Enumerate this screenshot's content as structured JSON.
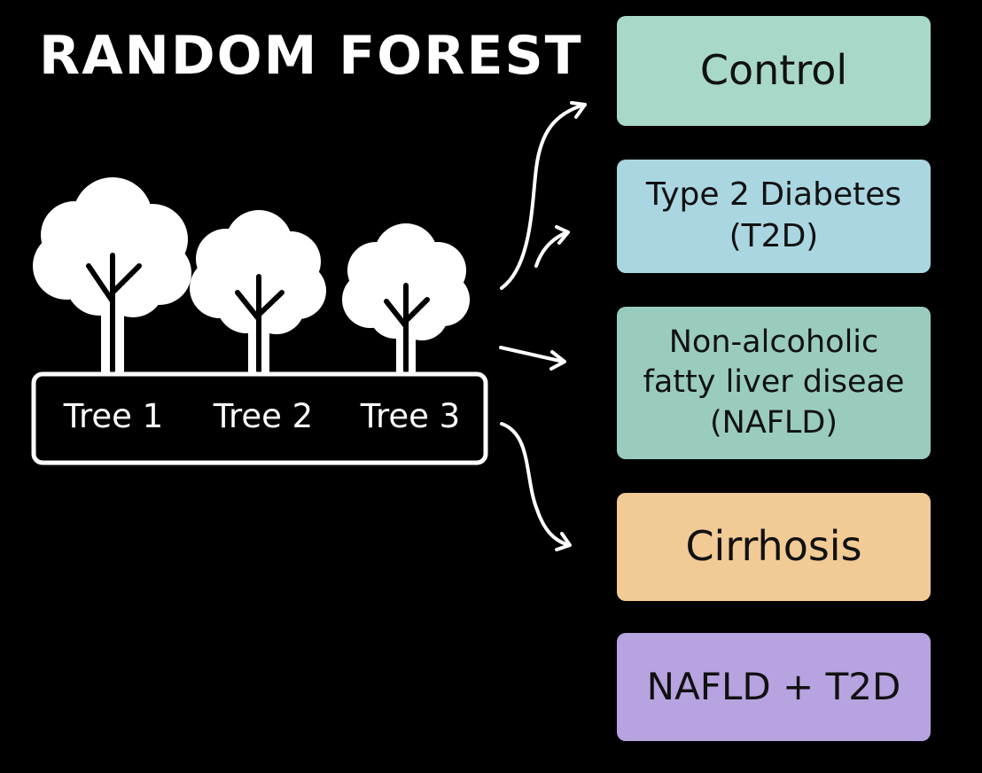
{
  "title": "RANDOM FOREST",
  "trees": [
    {
      "label": "Tree 1"
    },
    {
      "label": "Tree 2"
    },
    {
      "label": "Tree 3"
    }
  ],
  "classes": [
    {
      "label": "Control",
      "color": "#a8d8c8"
    },
    {
      "label": "Type 2 Diabetes\n(T2D)",
      "color": "#a9d6e0"
    },
    {
      "label": "Non-alcoholic\nfatty liver diseae\n(NAFLD)",
      "color": "#99ccbf"
    },
    {
      "label": "Cirrhosis",
      "color": "#f2ca95"
    },
    {
      "label": "NAFLD + T2D",
      "color": "#b7a3e0"
    }
  ]
}
